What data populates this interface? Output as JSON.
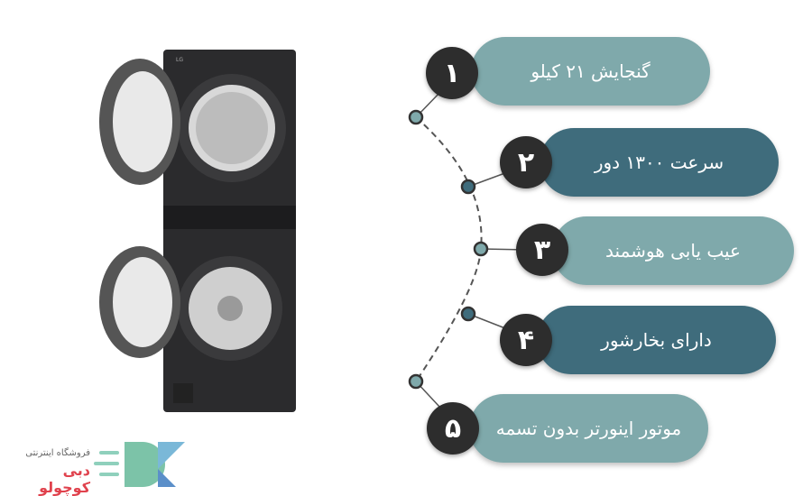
{
  "features": [
    {
      "number": "۱",
      "label": "گنجایش ۲۱ کیلو",
      "color": "#7fa9ab"
    },
    {
      "number": "۲",
      "label": "سرعت ۱۳۰۰ دور",
      "color": "#3f6c7c"
    },
    {
      "number": "۳",
      "label": "عیب یابی هوشمند",
      "color": "#7fa9ab"
    },
    {
      "number": "۴",
      "label": "دارای بخارشور",
      "color": "#3f6c7c"
    },
    {
      "number": "۵",
      "label": "موتور اینورتر بدون تسمه",
      "color": "#7fa9ab"
    }
  ],
  "logo": {
    "tagline": "فروشگاه اینترنتی",
    "name": "دبی کوچولو",
    "mark": "DK"
  },
  "product": {
    "brand": "LG"
  }
}
